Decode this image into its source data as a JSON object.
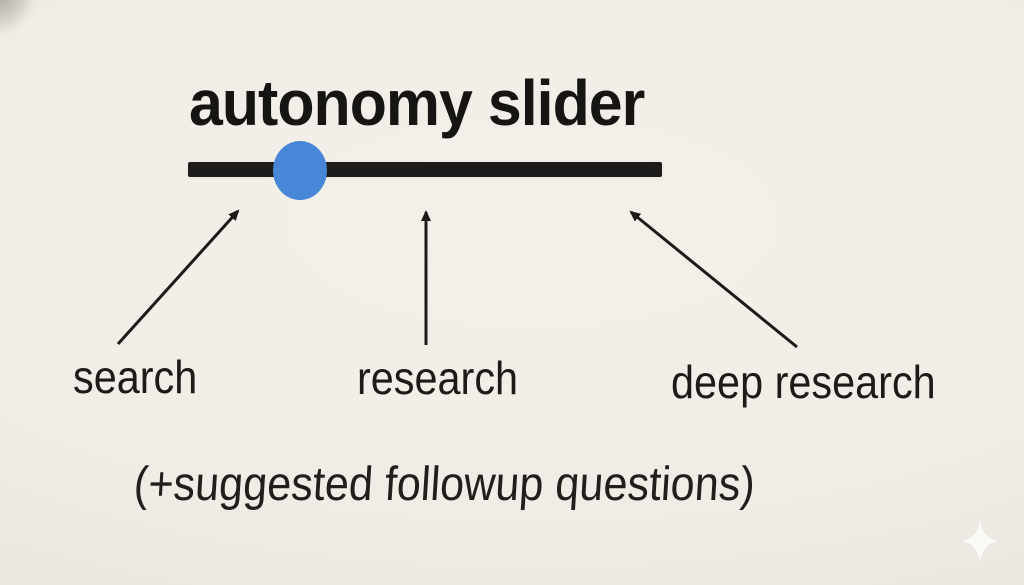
{
  "slide": {
    "title": "autonomy slider",
    "slider": {
      "handle_position_pct": 23.6,
      "handle_color": "#4886d7",
      "track_color": "#1e1c1a"
    },
    "levels": [
      {
        "id": "search",
        "label": "search"
      },
      {
        "id": "research",
        "label": "research"
      },
      {
        "id": "deep-research",
        "label": "deep research"
      }
    ],
    "note": "(+suggested followup questions)",
    "watermark_icon": "four-point-sparkle",
    "colors": {
      "background": "#f0ece6",
      "ink": "#1d1b18",
      "accent_blue": "#4886d7",
      "sparkle_white": "#fdfcfa"
    }
  }
}
